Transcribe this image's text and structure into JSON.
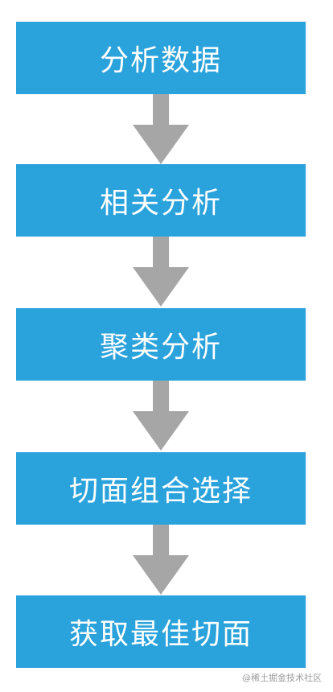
{
  "flow": {
    "steps": [
      {
        "label": "分析数据"
      },
      {
        "label": "相关分析"
      },
      {
        "label": "聚类分析"
      },
      {
        "label": "切面组合选择"
      },
      {
        "label": "获取最佳切面"
      }
    ]
  },
  "colors": {
    "box": "#2aa2dc",
    "box_text": "#ffffff",
    "arrow": "#a6a6a6"
  },
  "watermark": "@稀土掘金技术社区"
}
